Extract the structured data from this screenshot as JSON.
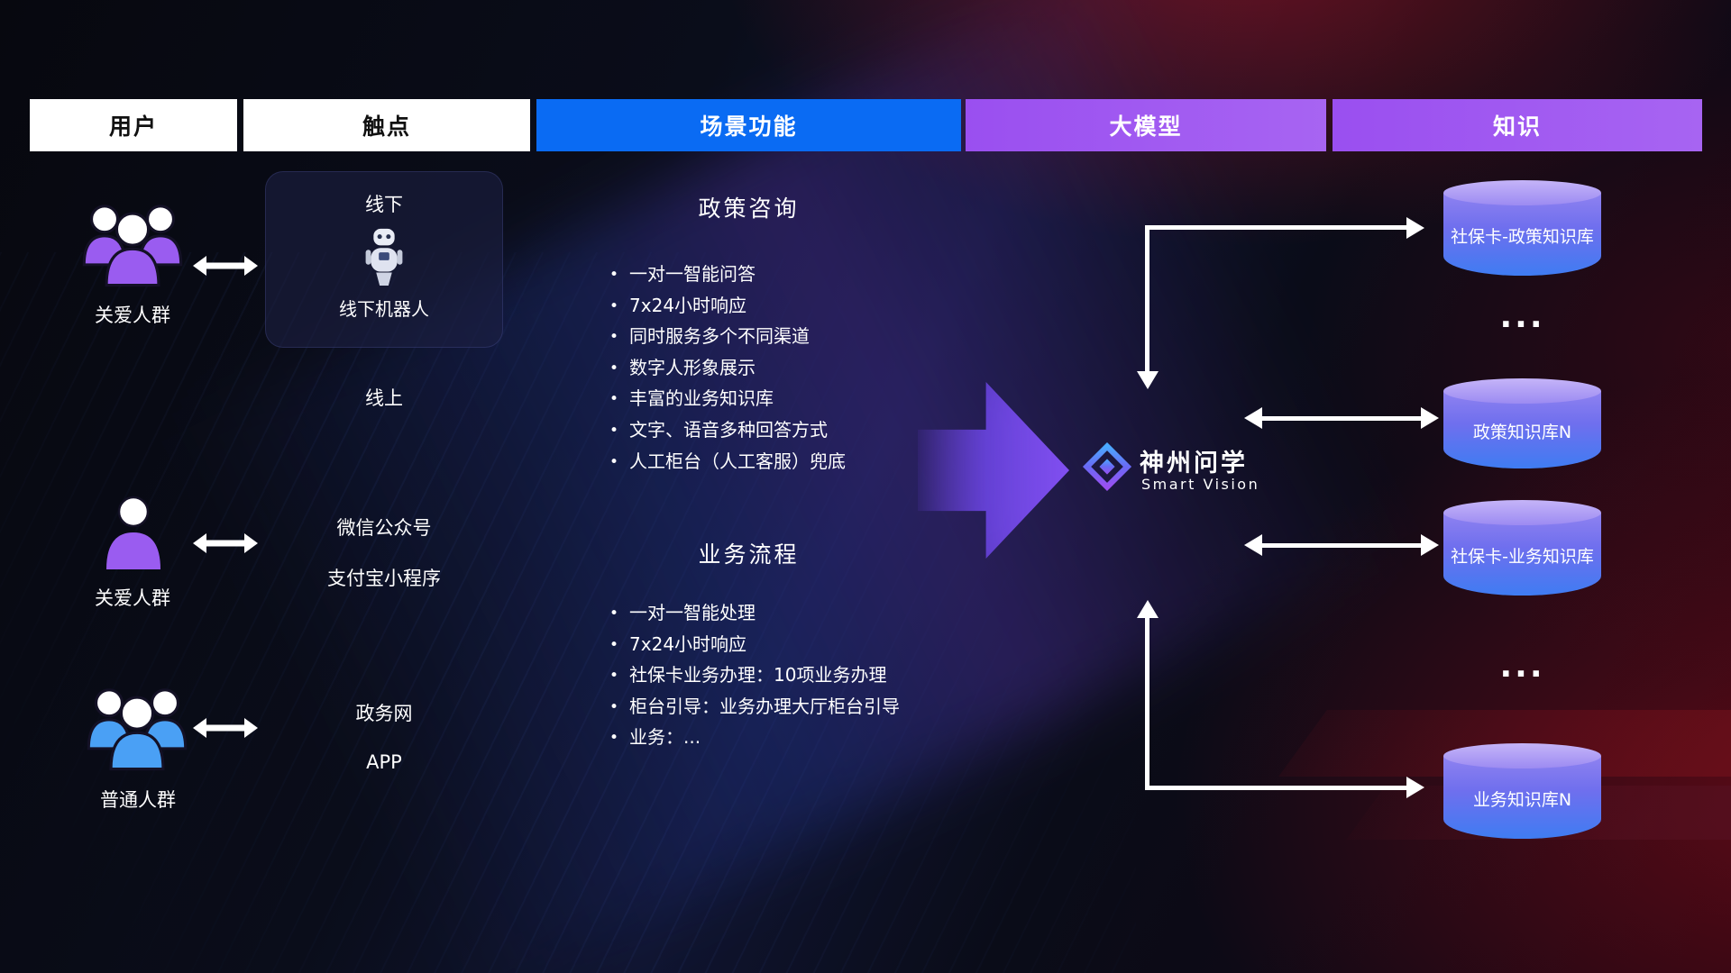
{
  "headers": [
    {
      "label": "用户"
    },
    {
      "label": "触点"
    },
    {
      "label": "场景功能"
    },
    {
      "label": "大模型"
    },
    {
      "label": "知识"
    }
  ],
  "users": [
    {
      "label": "关爱人群",
      "icon": "users-group-icon",
      "color": "#9a5cf0"
    },
    {
      "label": "关爱人群",
      "icon": "user-icon",
      "color": "#9a5cf0"
    },
    {
      "label": "普通人群",
      "icon": "users-group-icon",
      "color": "#4aa0f5"
    }
  ],
  "touchpoints": {
    "offline_title": "线下",
    "offline_robot": "线下机器人",
    "online": "线上",
    "wechat": "微信公众号",
    "alipay": "支付宝小程序",
    "gov": "政务网",
    "app": "APP"
  },
  "functions": [
    {
      "title": "政策咨询",
      "items": [
        "一对一智能问答",
        "7x24小时响应",
        "同时服务多个不同渠道",
        "数字人形象展示",
        "丰富的业务知识库",
        "文字、语音多种回答方式",
        "人工柜台（人工客服）兜底"
      ]
    },
    {
      "title": "业务流程",
      "items": [
        "一对一智能处理",
        "7x24小时响应",
        "社保卡业务办理：10项业务办理",
        "柜台引导：业务办理大厅柜台引导",
        "业务：..."
      ]
    }
  ],
  "model": {
    "name": "神州问学",
    "subtitle": "Smart Vision"
  },
  "knowledge": {
    "db1": "社保卡-政策知识库",
    "dots1": "...",
    "db2": "政策知识库N",
    "db3": "社保卡-业务知识库",
    "dots2": "...",
    "db4": "业务知识库N"
  },
  "colors": {
    "header_blue": "#0a6bf3",
    "header_purple": "#9a4ff0",
    "cylinder_cap": "#b3a2f6",
    "cylinder_body_top": "#8f82f0",
    "cylinder_body_bottom": "#3f7cf2",
    "flow_arrow_purple": "#8250f2",
    "connector_white": "#ffffff",
    "user_purple": "#9a5cf0",
    "user_blue": "#4aa0f5"
  }
}
